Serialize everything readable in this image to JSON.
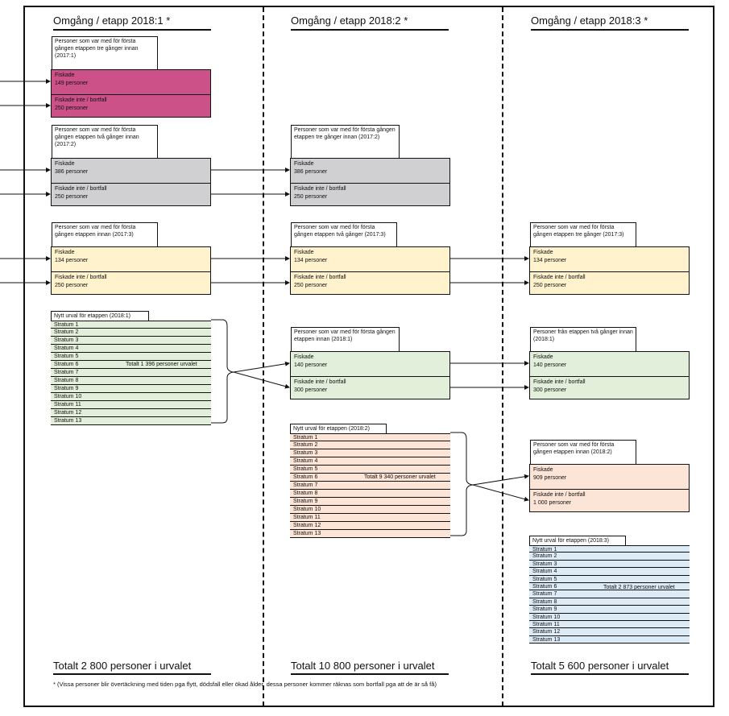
{
  "headers": [
    "Omgång / etapp 2018:1 *",
    "Omgång / etapp 2018:2 *",
    "Omgång / etapp 2018:3 *"
  ],
  "totals": [
    "Totalt 2 800 personer i urvalet",
    "Totalt 10 800 personer i urvalet",
    "Totalt 5 600 personer i urvalet"
  ],
  "footnote": "* (Vissa personer blir övertäckning med tiden pga flytt, dödsfall eller ökad ålder, dessa personer kommer räknas som bortfall pga att de är så få)",
  "colors": {
    "pink": "#cc5188",
    "grey": "#d0d0d2",
    "yellow": "#fff2cc",
    "green": "#e2efda",
    "peach": "#fce4d6",
    "blue": "#ddebf7"
  },
  "groups": {
    "c1_pink": {
      "label": "Personer som var med för första gången etappen tre gånger innan (2017:1)",
      "fiskade": "Fiskade",
      "fiskade_n": "149 personer",
      "inte": "Fiskade inte / bortfall",
      "inte_n": "250 personer"
    },
    "c1_grey": {
      "label": "Personer som var med för första gången etappen två gånger innan (2017:2)",
      "fiskade": "Fiskade",
      "fiskade_n": "386 personer",
      "inte": "Fiskade inte / bortfall",
      "inte_n": "250 personer"
    },
    "c1_yellow": {
      "label": "Personer som var med för första gången etappen innan (2017:3)",
      "fiskade": "Fiskade",
      "fiskade_n": "134 personer",
      "inte": "Fiskade inte / bortfall",
      "inte_n": "250 personer"
    },
    "c2_grey": {
      "label": "Personer som var med för första gången etappen tre gånger innan (2017:2)",
      "fiskade": "Fiskade",
      "fiskade_n": "386 personer",
      "inte": "Fiskade inte / bortfall",
      "inte_n": "250 personer"
    },
    "c2_yellow": {
      "label": "Personer som var med för första gången etappen två gånger (2017:3)",
      "fiskade": "Fiskade",
      "fiskade_n": "134 personer",
      "inte": "Fiskade inte / bortfall",
      "inte_n": "250 personer"
    },
    "c2_green": {
      "label": "Personer som var med för första gången etappen innan (2018:1)",
      "fiskade": "Fiskade",
      "fiskade_n": "140 personer",
      "inte": "Fiskade inte / bortfall",
      "inte_n": "300 personer"
    },
    "c3_yellow": {
      "label": "Personer som var med för första gången etappen tre gånger (2017:3)",
      "fiskade": "Fiskade",
      "fiskade_n": "134 personer",
      "inte": "Fiskade inte / bortfall",
      "inte_n": "250 personer"
    },
    "c3_green": {
      "label": "Personer från etappen två gånger innan (2018:1)",
      "fiskade": "Fiskade",
      "fiskade_n": "140 personer",
      "inte": "Fiskade inte / bortfall",
      "inte_n": " 300 personer"
    },
    "c3_peach": {
      "label": "Personer som var med för första gången etappen innan (2018:2)",
      "fiskade": "Fiskade",
      "fiskade_n": "909 personer",
      "inte": "Fiskade inte / bortfall",
      "inte_n": " 1 000 personer"
    }
  },
  "strata": {
    "s1": {
      "title": "Nytt urval för etappen (2018:1)",
      "total": "Totalt 1 396 personer urvalet"
    },
    "s2": {
      "title": "Nytt urval för etappen (2018:2)",
      "total": "Totalt 9 340 personer urvalet"
    },
    "s3": {
      "title": "Nytt urval för etappen (2018:3)",
      "total": "Totalt 2 873 personer urvalet"
    },
    "rows": [
      "Stratum 1",
      "Stratum 2",
      "Stratum 3",
      "Stratum 4",
      "Stratum 5",
      "Stratum 6",
      "Stratum 7",
      "Stratum 8",
      "Stratum 9",
      "Stratum 10",
      "Stratum 11",
      "Stratum 12",
      "Stratum 13"
    ]
  }
}
